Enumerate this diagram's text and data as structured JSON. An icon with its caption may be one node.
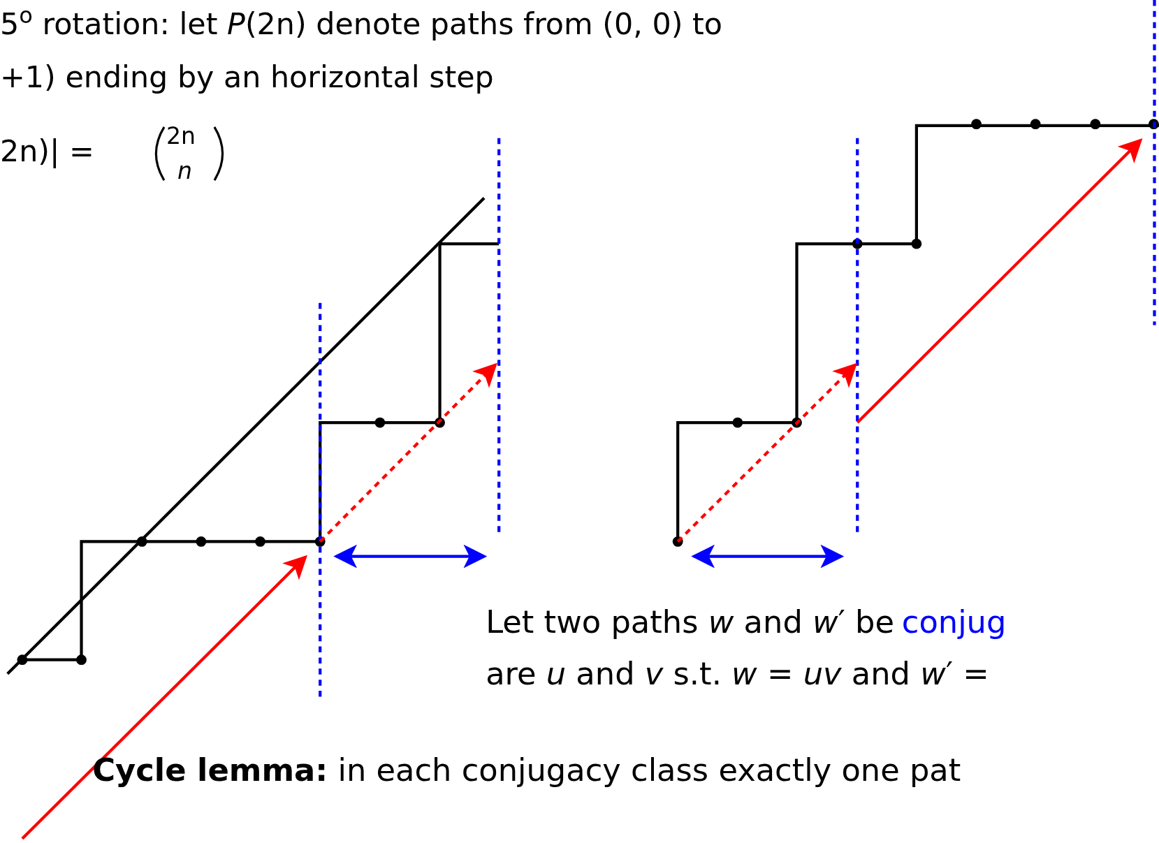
{
  "diagram": {
    "labels": [
      "5$^{o}$ rotation: let *P*(2n) denote paths from (0, 0) to",
      "+1) ending by an horizontal step",
      "2n)| =",
      "2n",
      "*n*",
      "Let two paths *w* and *w*′ be",
      "conjug",
      "are *u* and *v* s.t. *w* = *uv* and *w*′ =",
      "**Cycle lemma:** in each conjugacy class exactly one pat"
    ]
  }
}
